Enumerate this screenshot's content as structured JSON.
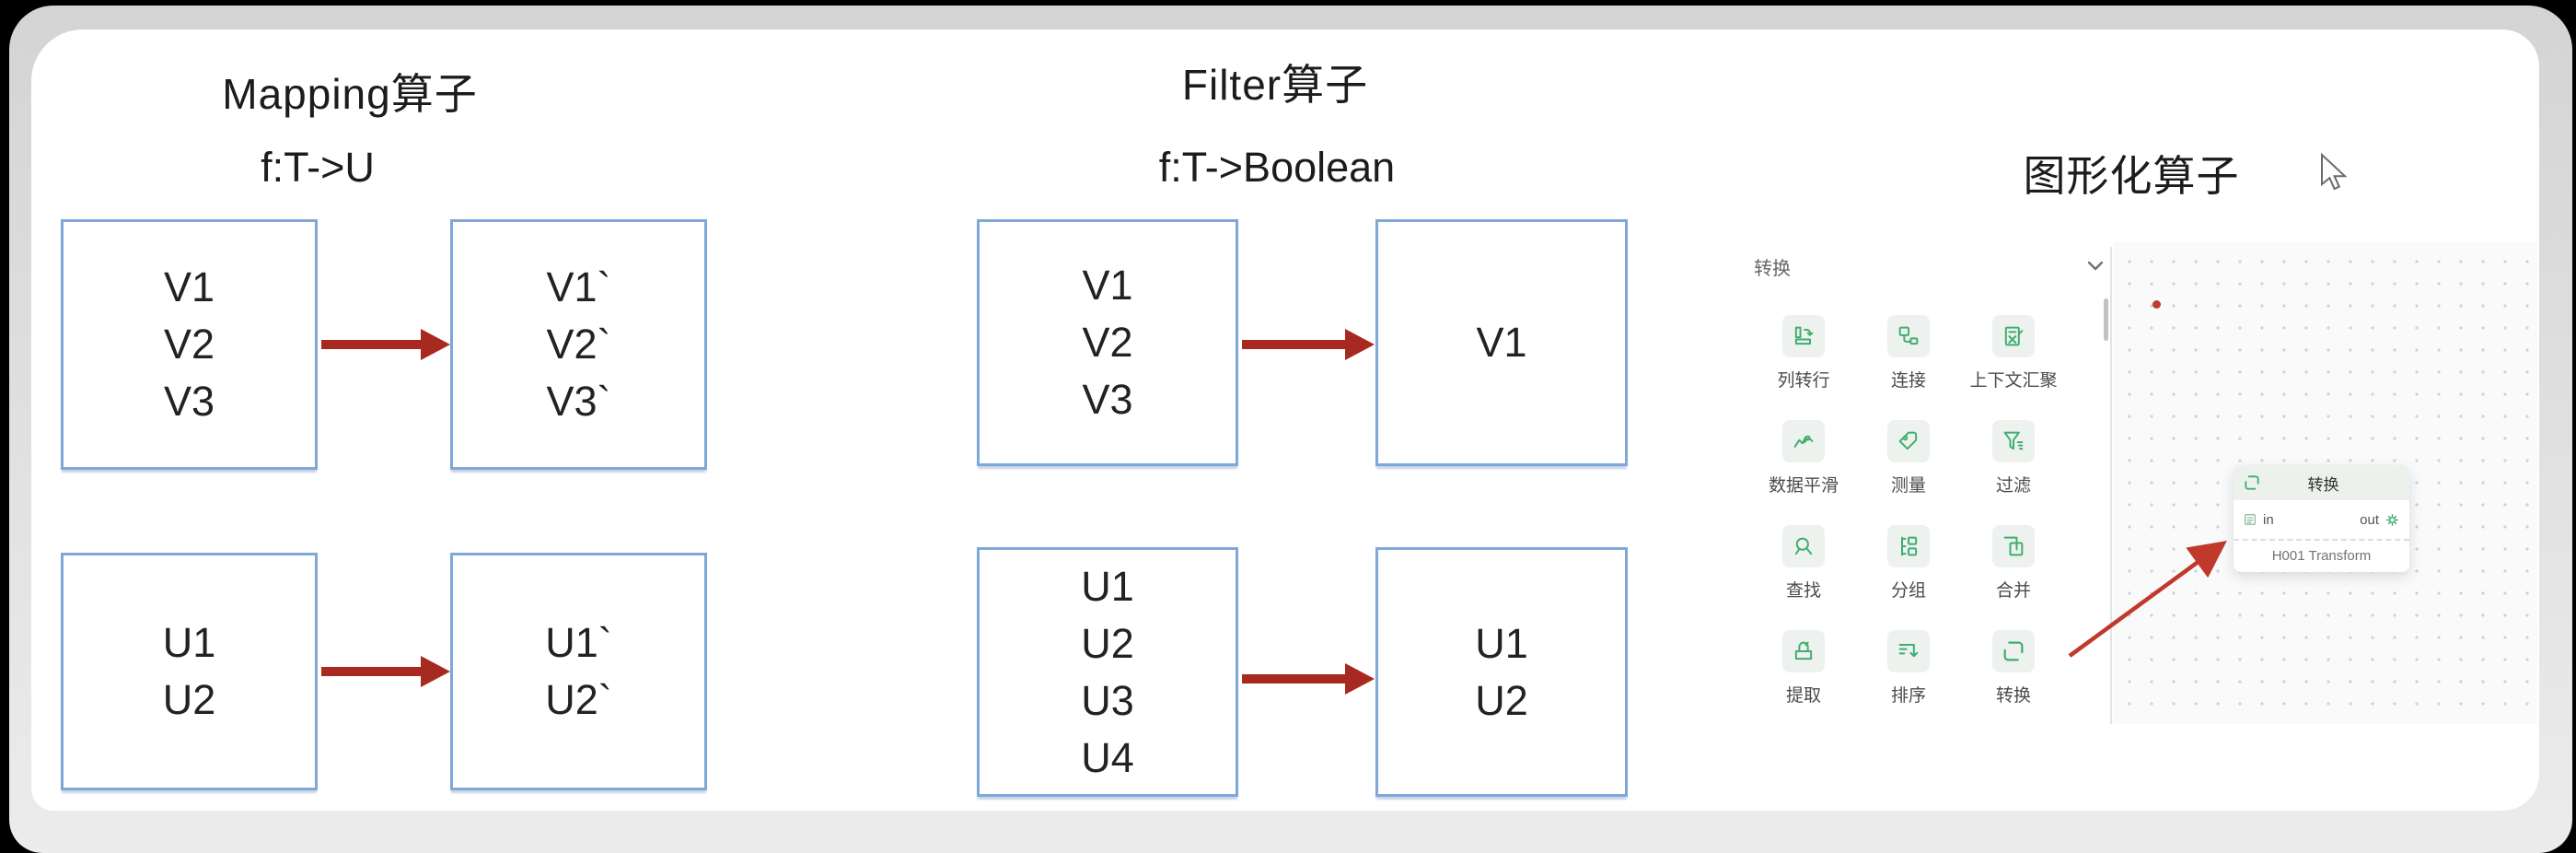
{
  "sections": {
    "mapping": {
      "title": "Mapping算子",
      "subtitle": "f:T->U",
      "pairs": [
        {
          "source": [
            "V1",
            "V2",
            "V3"
          ],
          "target": [
            "V1`",
            "V2`",
            "V3`"
          ]
        },
        {
          "source": [
            "U1",
            "U2"
          ],
          "target": [
            "U1`",
            "U2`"
          ]
        }
      ]
    },
    "filter": {
      "title": "Filter算子",
      "subtitle": "f:T->Boolean",
      "pairs": [
        {
          "source": [
            "V1",
            "V2",
            "V3"
          ],
          "target": [
            "V1"
          ]
        },
        {
          "source": [
            "U1",
            "U2",
            "U3",
            "U4"
          ],
          "target": [
            "U1",
            "U2"
          ]
        }
      ]
    },
    "graphical": {
      "title": "图形化算子",
      "palette": {
        "category_label": "转换",
        "items": [
          {
            "label": "列转行",
            "icon": "column-to-row-icon"
          },
          {
            "label": "连接",
            "icon": "join-icon"
          },
          {
            "label": "上下文汇聚",
            "icon": "context-aggregate-icon"
          },
          {
            "label": "数据平滑",
            "icon": "data-smoothing-icon"
          },
          {
            "label": "测量",
            "icon": "measure-icon"
          },
          {
            "label": "过滤",
            "icon": "filter-icon"
          },
          {
            "label": "查找",
            "icon": "lookup-icon"
          },
          {
            "label": "分组",
            "icon": "group-icon"
          },
          {
            "label": "合并",
            "icon": "merge-icon"
          },
          {
            "label": "提取",
            "icon": "extract-icon"
          },
          {
            "label": "排序",
            "icon": "sort-icon"
          },
          {
            "label": "转换",
            "icon": "transform-icon"
          }
        ]
      },
      "canvas_node": {
        "title": "转换",
        "in_port": "in",
        "out_port": "out",
        "caption": "H001 Transform"
      }
    }
  },
  "colors": {
    "box_border": "#7fa8d9",
    "diagram_arrow": "#a8291f",
    "palette_green": "#3fae6e",
    "node_header_bg": "#ecf1ec",
    "canvas_pointer_arrow": "#c0392b",
    "red_dot": "#c23b2e"
  }
}
